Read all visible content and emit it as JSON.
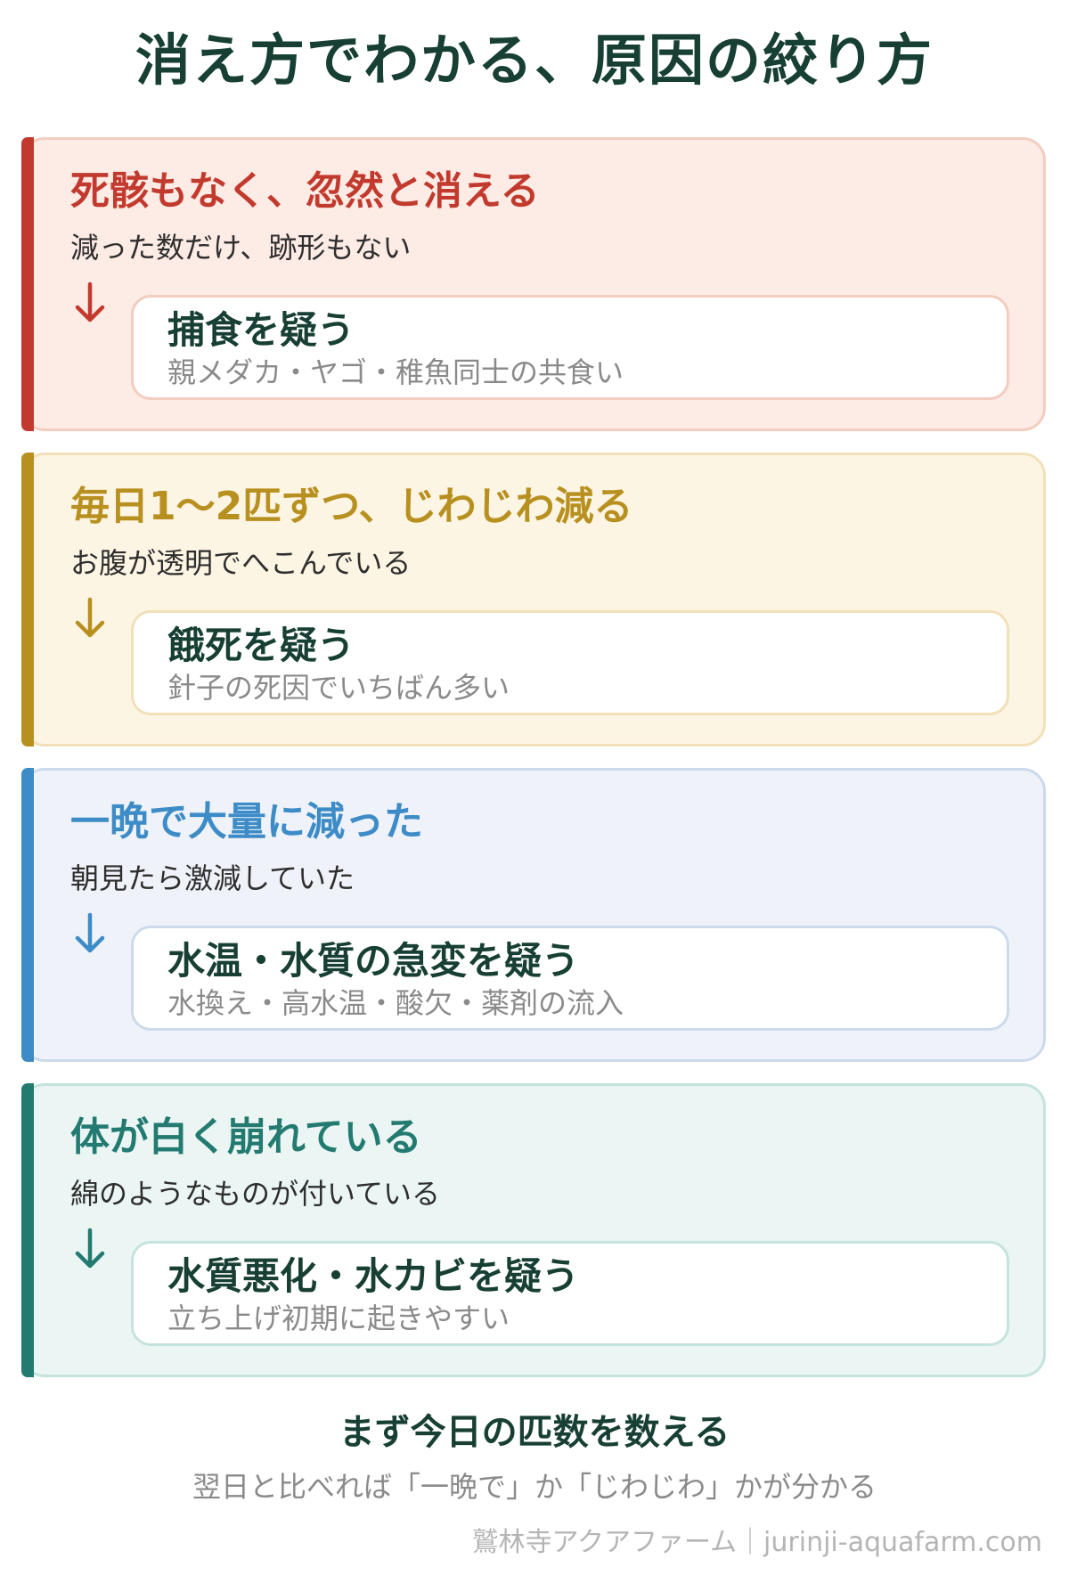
{
  "title": "消え方でわかる、原因の絞り方",
  "cards": [
    {
      "heading": "死骸もなく、忽然と消える",
      "sub": "減った数だけ、跡形もない",
      "suspect": "捕食を疑う",
      "detail": "親メダカ・ヤゴ・稚魚同士の共食い",
      "accent": "#c23a2e"
    },
    {
      "heading": "毎日1〜2匹ずつ、じわじわ減る",
      "sub": "お腹が透明でへこんでいる",
      "suspect": "餓死を疑う",
      "detail": "針子の死因でいちばん多い",
      "accent": "#b8901f"
    },
    {
      "heading": "一晩で大量に減った",
      "sub": "朝見たら激減していた",
      "suspect": "水温・水質の急変を疑う",
      "detail": "水換え・高水温・酸欠・薬剤の流入",
      "accent": "#3d8cc7"
    },
    {
      "heading": "体が白く崩れている",
      "sub": "綿のようなものが付いている",
      "suspect": "水質悪化・水カビを疑う",
      "detail": "立ち上げ初期に起きやすい",
      "accent": "#227a70"
    }
  ],
  "footer": {
    "title": "まず今日の匹数を数える",
    "sub": "翌日と比べれば「一晩で」か「じわじわ」かが分かる"
  },
  "credit": "鷲林寺アクアファーム｜jurinji-aquafarm.com",
  "icons": {
    "arrow": "arrow-down-icon"
  }
}
